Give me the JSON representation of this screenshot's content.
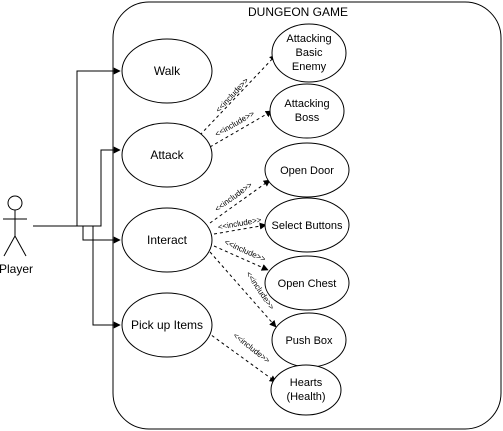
{
  "system": {
    "title": "DUNGEON GAME"
  },
  "actor": {
    "label": "Player"
  },
  "use_cases": [
    {
      "id": "walk",
      "lines": [
        "Walk"
      ]
    },
    {
      "id": "attack",
      "lines": [
        "Attack"
      ]
    },
    {
      "id": "interact",
      "lines": [
        "Interact"
      ]
    },
    {
      "id": "pickup",
      "lines": [
        "Pick up Items"
      ]
    },
    {
      "id": "atk-basic",
      "lines": [
        "Attacking",
        "Basic",
        "Enemy"
      ]
    },
    {
      "id": "atk-boss",
      "lines": [
        "Attacking",
        "Boss"
      ]
    },
    {
      "id": "open-door",
      "lines": [
        "Open Door"
      ]
    },
    {
      "id": "select-buttons",
      "lines": [
        "Select Buttons"
      ]
    },
    {
      "id": "open-chest",
      "lines": [
        "Open Chest"
      ]
    },
    {
      "id": "push-box",
      "lines": [
        "Push Box"
      ]
    },
    {
      "id": "hearts",
      "lines": [
        "Hearts",
        "(Health)"
      ]
    }
  ],
  "associations": [
    {
      "from": "actor",
      "to": "walk"
    },
    {
      "from": "actor",
      "to": "attack"
    },
    {
      "from": "actor",
      "to": "interact"
    },
    {
      "from": "actor",
      "to": "pickup"
    }
  ],
  "relationships": [
    {
      "from": "attack",
      "to": "atk-basic",
      "label": "<<include>>"
    },
    {
      "from": "attack",
      "to": "atk-boss",
      "label": "<<include>>"
    },
    {
      "from": "interact",
      "to": "open-door",
      "label": "<<include>>"
    },
    {
      "from": "interact",
      "to": "select-buttons",
      "label": "<<include>>"
    },
    {
      "from": "interact",
      "to": "open-chest",
      "label": "<<include>>"
    },
    {
      "from": "interact",
      "to": "push-box",
      "label": "<<include>>"
    },
    {
      "from": "pickup",
      "to": "hearts",
      "label": "<<include>>"
    }
  ]
}
